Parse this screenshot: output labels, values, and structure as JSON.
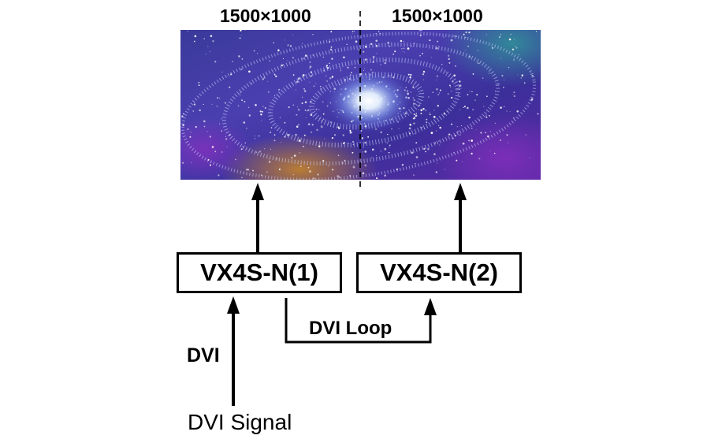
{
  "screen": {
    "left_resolution": "1500×1000",
    "right_resolution": "1500×1000"
  },
  "devices": [
    {
      "label": "VX4S-N(1)"
    },
    {
      "label": "VX4S-N(2)"
    }
  ],
  "connections": {
    "input_label": "DVI",
    "loop_label": "DVI Loop",
    "source_label": "DVI Signal"
  },
  "colors": {
    "line": "#000000",
    "galaxy_core": "#ffffff",
    "galaxy_blue": "#3a3fb5",
    "galaxy_purple": "#6a2ca8",
    "galaxy_teal": "#2a8a8a",
    "galaxy_orange": "#c8801e"
  }
}
